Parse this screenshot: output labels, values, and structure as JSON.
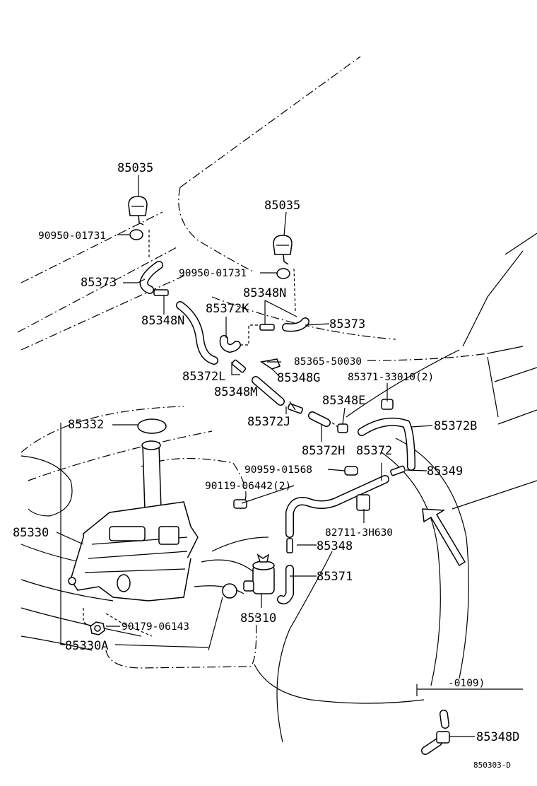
{
  "diagram": {
    "labels": {
      "l_85035_left": "85035",
      "l_90950_left": "90950-01731",
      "l_85373_left": "85373",
      "l_85348N_left": "85348N",
      "l_85035_right": "85035",
      "l_90950_right": "90950-01731",
      "l_85348N_right": "85348N",
      "l_85372K": "85372K",
      "l_85373_right": "85373",
      "l_85365": "85365-50030",
      "l_85372L": "85372L",
      "l_85348G": "85348G",
      "l_85371_33010": "85371-33010(2)",
      "l_85348M": "85348M",
      "l_85348E": "85348E",
      "l_85332": "85332",
      "l_85372J": "85372J",
      "l_85372B": "85372B",
      "l_85372H": "85372H",
      "l_85372": "85372",
      "l_90959": "90959-01568",
      "l_85349": "85349",
      "l_90119": "90119-06442(2)",
      "l_85330": "85330",
      "l_82711": "82711-3H630",
      "l_85348": "85348",
      "l_85371": "85371",
      "l_85310": "85310",
      "l_90179": "90179-06143",
      "l_85330A": "85330A",
      "l_range": "-0109)",
      "l_85348D": "85348D",
      "l_code": "850303-D"
    }
  }
}
